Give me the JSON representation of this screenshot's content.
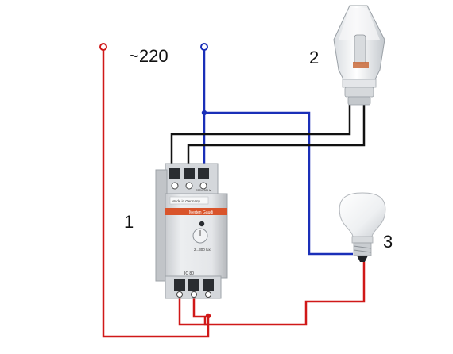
{
  "diagram": {
    "voltage_label": "~220",
    "components": [
      {
        "number": "1",
        "name": "twilight switch relay",
        "brand": "Merten Gaudi",
        "model": "IC 80",
        "origin": "Made in Germany",
        "dial_text": "2...300 lux",
        "rating": "230V 50Hz"
      },
      {
        "number": "2",
        "name": "light sensor"
      },
      {
        "number": "3",
        "name": "lamp"
      }
    ],
    "wires": {
      "phase_color": "#d01818",
      "neutral_color": "#1a2fb8",
      "sensor_lead_color": "#111111"
    }
  }
}
